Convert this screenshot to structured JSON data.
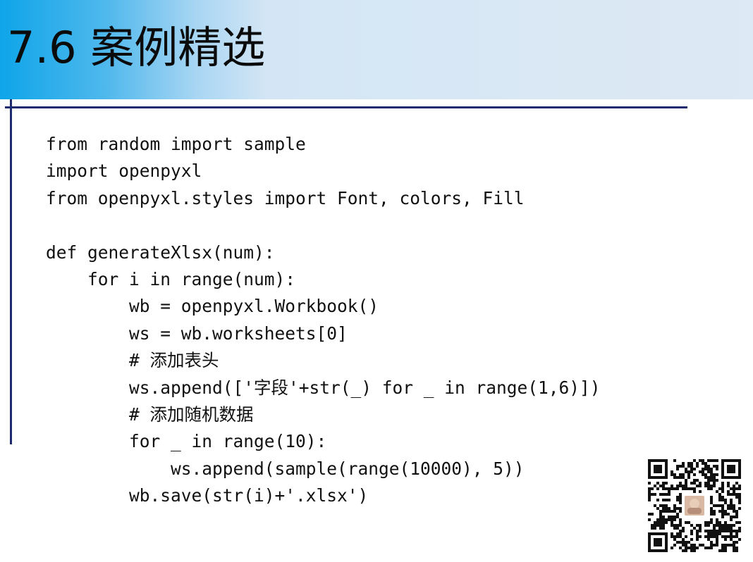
{
  "slide": {
    "title": "7.6 案例精选"
  },
  "code": {
    "lines": [
      "from random import sample",
      "import openpyxl",
      "from openpyxl.styles import Font, colors, Fill",
      "",
      "def generateXlsx(num):",
      "for i in range(num):",
      "wb = openpyxl.Workbook()",
      "ws = wb.worksheets[0]",
      "# 添加表头",
      "ws.append(['字段'+str(_) for _ in range(1,6)])",
      "# 添加随机数据",
      "for _ in range(10):",
      "ws.append(sample(range(10000), 5))",
      "wb.save(str(i)+'.xlsx')"
    ]
  },
  "qr_code": {
    "icon": "qr-code-icon",
    "center_icon": "avatar-icon"
  },
  "colors": {
    "header_accent": "#0ea5e9",
    "header_light": "#dde9f4",
    "rule": "#1e2a6e",
    "text": "#111111"
  }
}
